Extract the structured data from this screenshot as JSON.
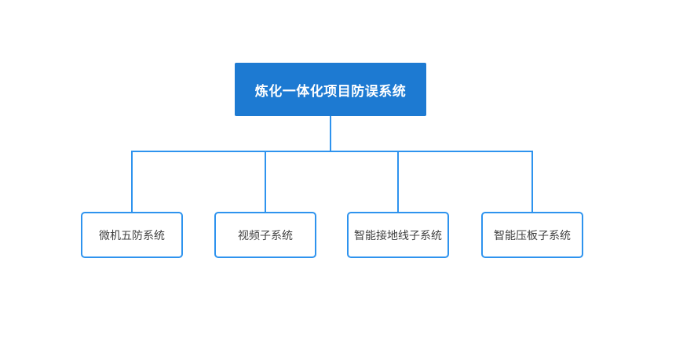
{
  "diagram": {
    "type": "org-tree",
    "background_color": "#ffffff",
    "root_fill_color": "#1d7ad2",
    "root_text_color": "#ffffff",
    "connector_color": "#2e93ee",
    "child_border_color": "#2e93ee",
    "child_text_color": "#404040",
    "root": {
      "label": "炼化一体化项目防误系统"
    },
    "children": [
      {
        "label": "微机五防系统"
      },
      {
        "label": "视频子系统"
      },
      {
        "label": "智能接地线子系统"
      },
      {
        "label": "智能压板子系统"
      }
    ]
  }
}
